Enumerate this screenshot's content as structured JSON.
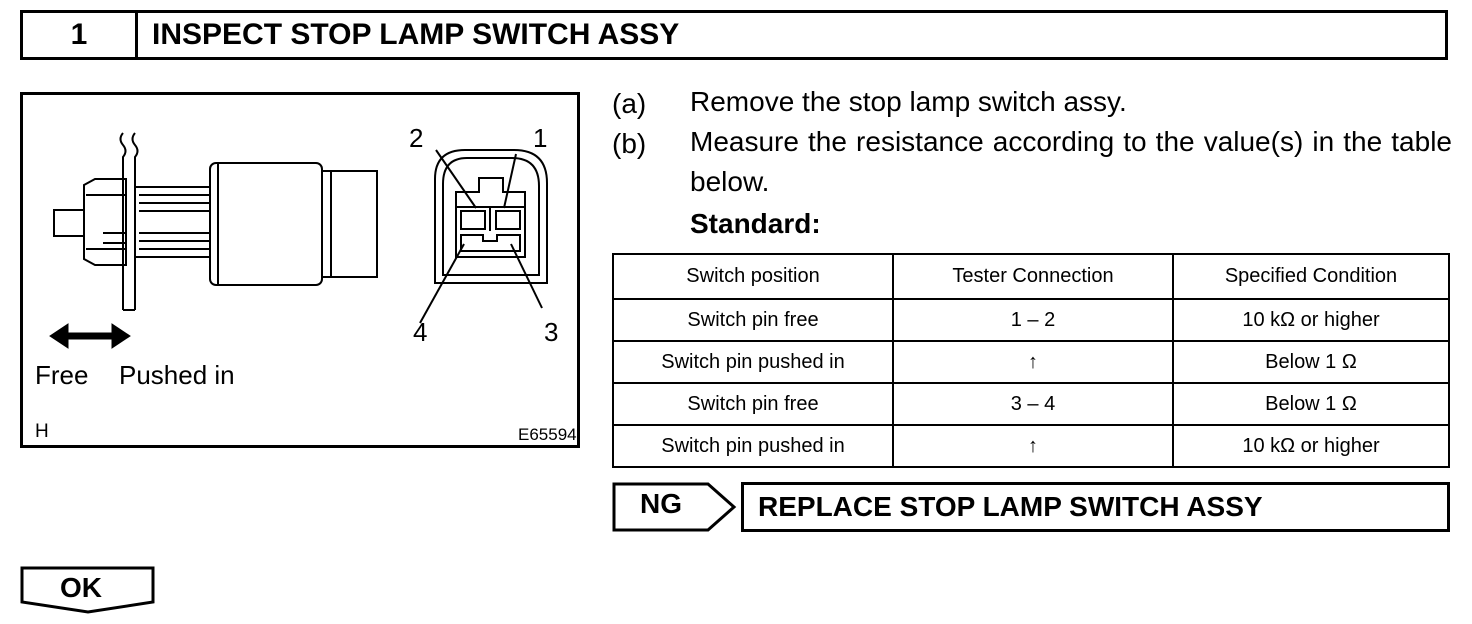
{
  "header": {
    "number": "1",
    "title": "INSPECT STOP LAMP SWITCH ASSY"
  },
  "figure": {
    "pin_labels": {
      "p1": "1",
      "p2": "2",
      "p3": "3",
      "p4": "4"
    },
    "free_label": "Free",
    "pushed_label": "Pushed in",
    "corner_code": "H",
    "figure_id": "E65594"
  },
  "steps": [
    {
      "label": "(a)",
      "text": "Remove the stop lamp switch assy."
    },
    {
      "label": "(b)",
      "text": "Measure the resistance according to the value(s) in the table below."
    }
  ],
  "standard_label": "Standard:",
  "table": {
    "headers": [
      "Switch position",
      "Tester Connection",
      "Specified Condition"
    ],
    "rows": [
      [
        "Switch pin free",
        "1 – 2",
        "10 kΩ or higher"
      ],
      [
        "Switch pin pushed in",
        "↑",
        "Below 1 Ω"
      ],
      [
        "Switch pin free",
        "3 – 4",
        "Below 1 Ω"
      ],
      [
        "Switch pin pushed in",
        "↑",
        "10 kΩ or higher"
      ]
    ]
  },
  "ng": {
    "label": "NG",
    "action": "REPLACE STOP LAMP SWITCH ASSY"
  },
  "ok": {
    "label": "OK"
  }
}
